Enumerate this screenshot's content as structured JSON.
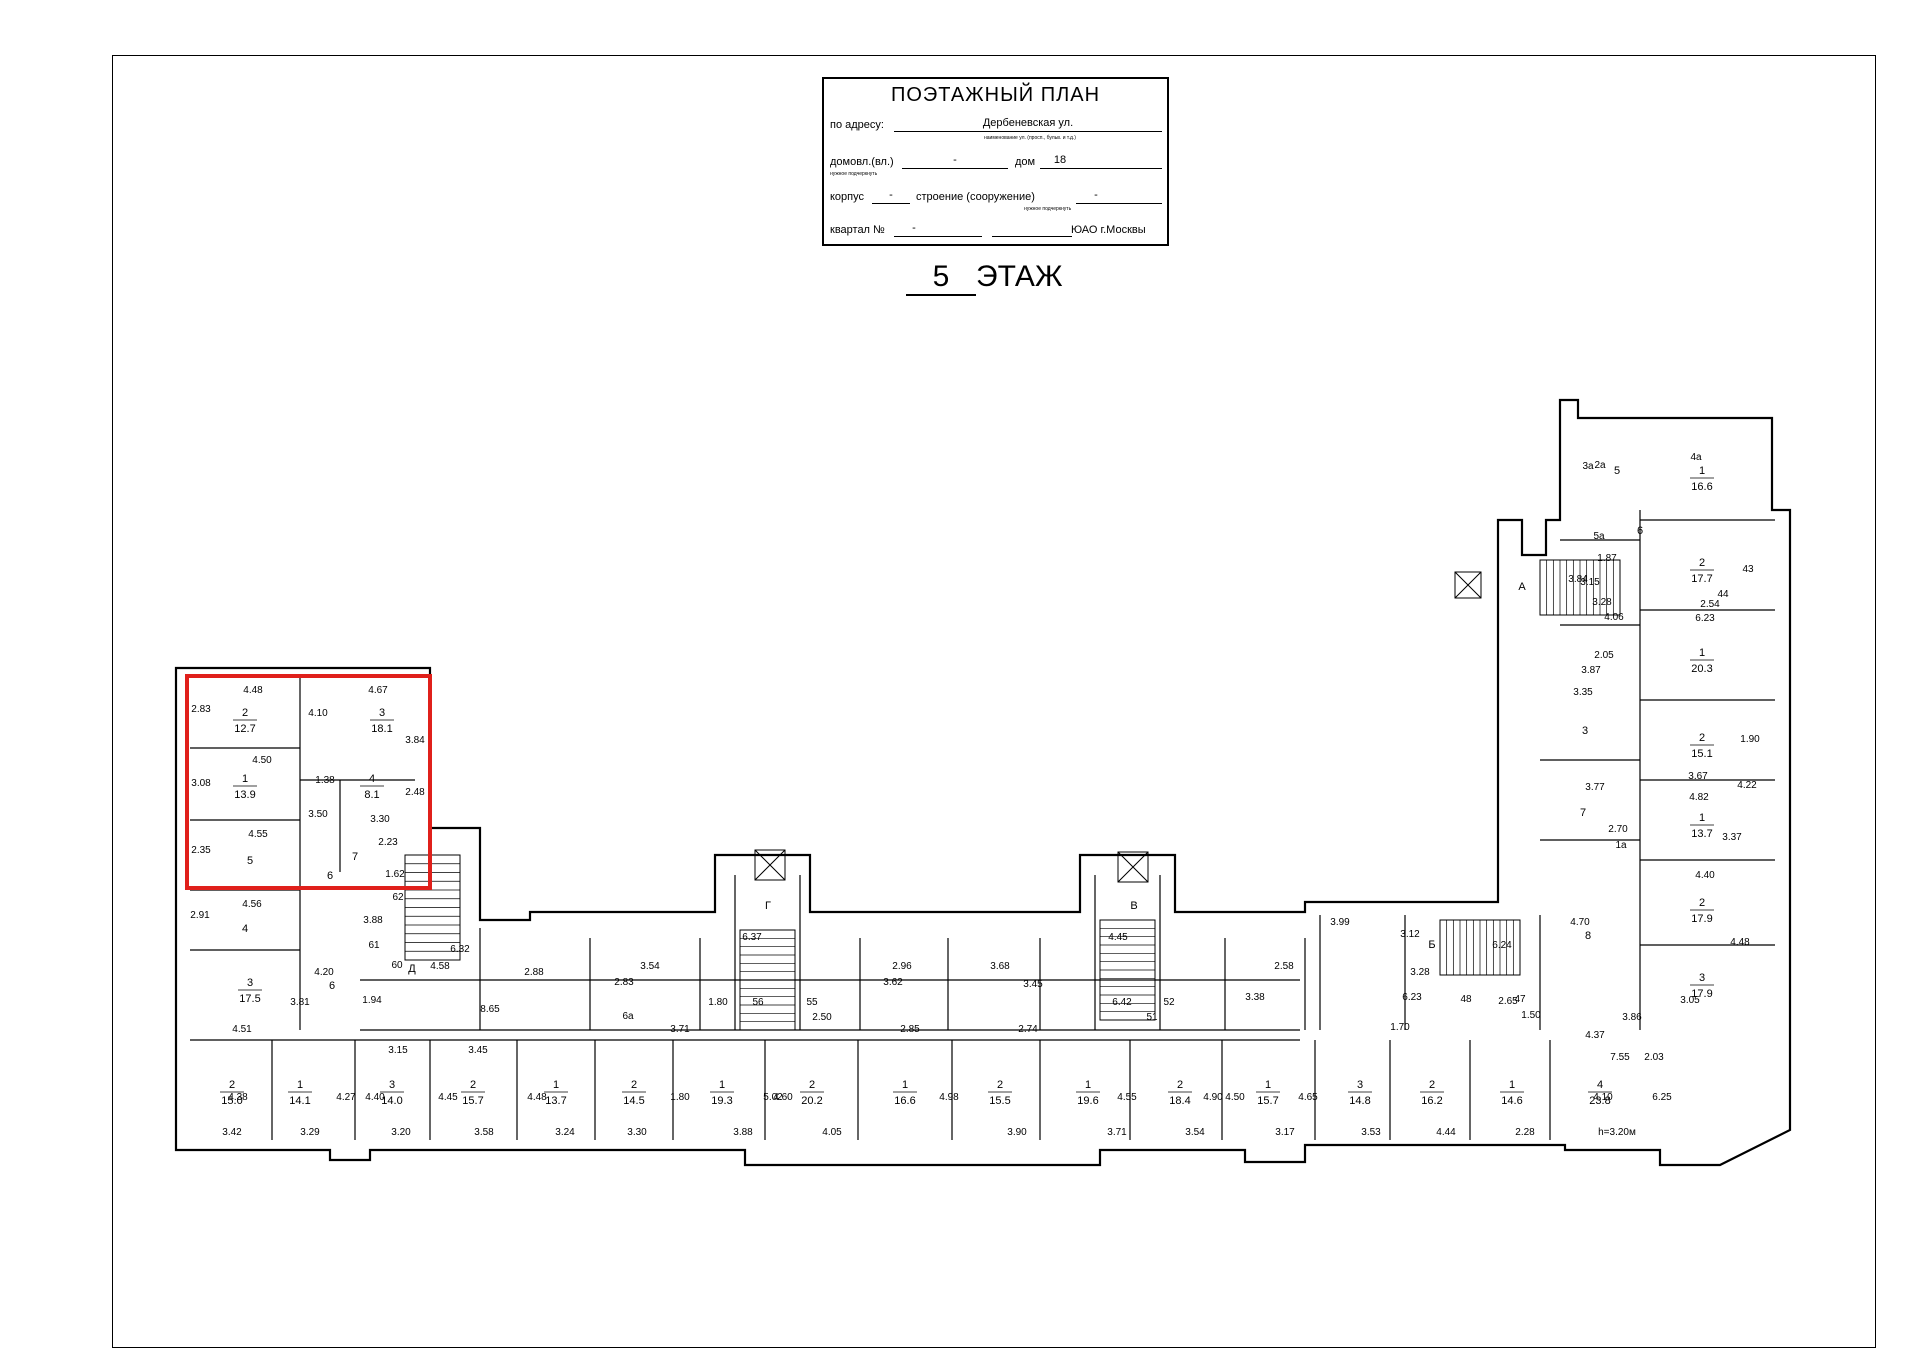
{
  "title_block": {
    "heading": "ПОЭТАЖНЫЙ ПЛАН",
    "address_label": "по адресу:",
    "address_value": "Дербеневская ул.",
    "address_note": "наименование ул. (просп., бульв. и т.д.)",
    "domovl_label": "домовл.(вл.)",
    "domovl_value": "-",
    "dom_label": "дом",
    "dom_value": "18",
    "domovl_note": "нужное подчеркнуть",
    "korpus_label": "корпус",
    "korpus_value": "-",
    "stroenie_label": "строение (сооружение)",
    "stroenie_value": "-",
    "stroenie_note": "нужное подчеркнуть",
    "kvartal_label": "квартал №",
    "kvartal_value": "-",
    "district_value": "ЮАО г.Москвы"
  },
  "floor": {
    "number": "5",
    "label": "ЭТАЖ"
  },
  "colors": {
    "line": "#000000",
    "highlight": "#e0201b",
    "red_text": "#c8102e"
  },
  "rooms": [
    {
      "n": "2",
      "area": "12.7"
    },
    {
      "n": "3",
      "area": "18.1"
    },
    {
      "n": "1",
      "area": "13.9"
    },
    {
      "n": "4",
      "area": "8.1"
    },
    {
      "n": "5"
    },
    {
      "n": "7"
    },
    {
      "n": "6"
    },
    {
      "n": "4"
    },
    {
      "n": "3",
      "area": "17.5"
    },
    {
      "n": "6"
    },
    {
      "n": "Д"
    },
    {
      "n": "2",
      "area": "15.0"
    },
    {
      "n": "1",
      "area": "14.1"
    },
    {
      "n": "3",
      "area": "14.0"
    },
    {
      "n": "2",
      "area": "15.7"
    },
    {
      "n": "1",
      "area": "13.7"
    },
    {
      "n": "2",
      "area": "14.5"
    },
    {
      "n": "1",
      "area": "19.3"
    },
    {
      "n": "2",
      "area": "20.2"
    },
    {
      "n": "1",
      "area": "16.6"
    },
    {
      "n": "2",
      "area": "15.5"
    },
    {
      "n": "1",
      "area": "19.6"
    },
    {
      "n": "2",
      "area": "18.4"
    },
    {
      "n": "1",
      "area": "15.7"
    },
    {
      "n": "3",
      "area": "14.8"
    },
    {
      "n": "2",
      "area": "16.2"
    },
    {
      "n": "1",
      "area": "14.6"
    },
    {
      "n": "4",
      "area": "23.8"
    },
    {
      "n": "3",
      "area": "17.9"
    },
    {
      "n": "2",
      "area": "17.9"
    },
    {
      "n": "1",
      "area": "13.7"
    },
    {
      "n": "2",
      "area": "15.1"
    },
    {
      "n": "1",
      "area": "20.3"
    },
    {
      "n": "2",
      "area": "17.7"
    },
    {
      "n": "1",
      "area": "16.6"
    },
    {
      "n": "5"
    },
    {
      "n": "8"
    },
    {
      "n": "7"
    },
    {
      "n": "3"
    },
    {
      "n": "6"
    },
    {
      "n": "А"
    },
    {
      "n": "Б"
    },
    {
      "n": "В"
    },
    {
      "n": "Г"
    }
  ],
  "dimensions": [
    "4.48",
    "2.83",
    "4.67",
    "4.10",
    "3.84",
    "4.50",
    "3.08",
    "1.38",
    "2.48",
    "3.30",
    "3.50",
    "4.55",
    "2.35",
    "2.23",
    "1.62",
    "62",
    "4.56",
    "2.91",
    "3.88",
    "61",
    "60",
    "4.58",
    "6.32",
    "3.81",
    "4.20",
    "4.51",
    "1.94",
    "8.65",
    "3.15",
    "3.45",
    "4.38",
    "4.40",
    "4.45",
    "4.48",
    "4.27",
    "3.42",
    "3.29",
    "3.20",
    "3.58",
    "3.24",
    "2.88",
    "3.54",
    "2.83",
    "6а",
    "3.71",
    "1.80",
    "6.37",
    "56",
    "55",
    "2.50",
    "2.96",
    "3.62",
    "2.85",
    "3.68",
    "3.45",
    "2.74",
    "4.45",
    "6.42",
    "52",
    "51",
    "2.58",
    "3.38",
    "3.99",
    "3.12",
    "3.28",
    "6.24",
    "2.65",
    "47",
    "48",
    "6.23",
    "1.70",
    "1.50",
    "1.80",
    "4.60",
    "5.02",
    "4.98",
    "4.55",
    "4.90",
    "4.65",
    "4.50",
    "3.30",
    "3.88",
    "4.05",
    "3.90",
    "3.71",
    "3.54",
    "3.17",
    "3.53",
    "4.44",
    "2.28",
    "4.10",
    "6.25",
    "h=3.20м",
    "2.03",
    "7.55",
    "4.37",
    "4.70",
    "3.86",
    "3.05",
    "4.40",
    "4.48",
    "3.37",
    "4.82",
    "4.22",
    "3.67",
    "1.90",
    "2.54",
    "6.23",
    "43",
    "44",
    "1.87",
    "3.84",
    "3.15",
    "3.28",
    "4.06",
    "2.05",
    "3.87",
    "3.35",
    "3.77",
    "2.70",
    "1а",
    "2а",
    "3а",
    "4а",
    "5а"
  ]
}
